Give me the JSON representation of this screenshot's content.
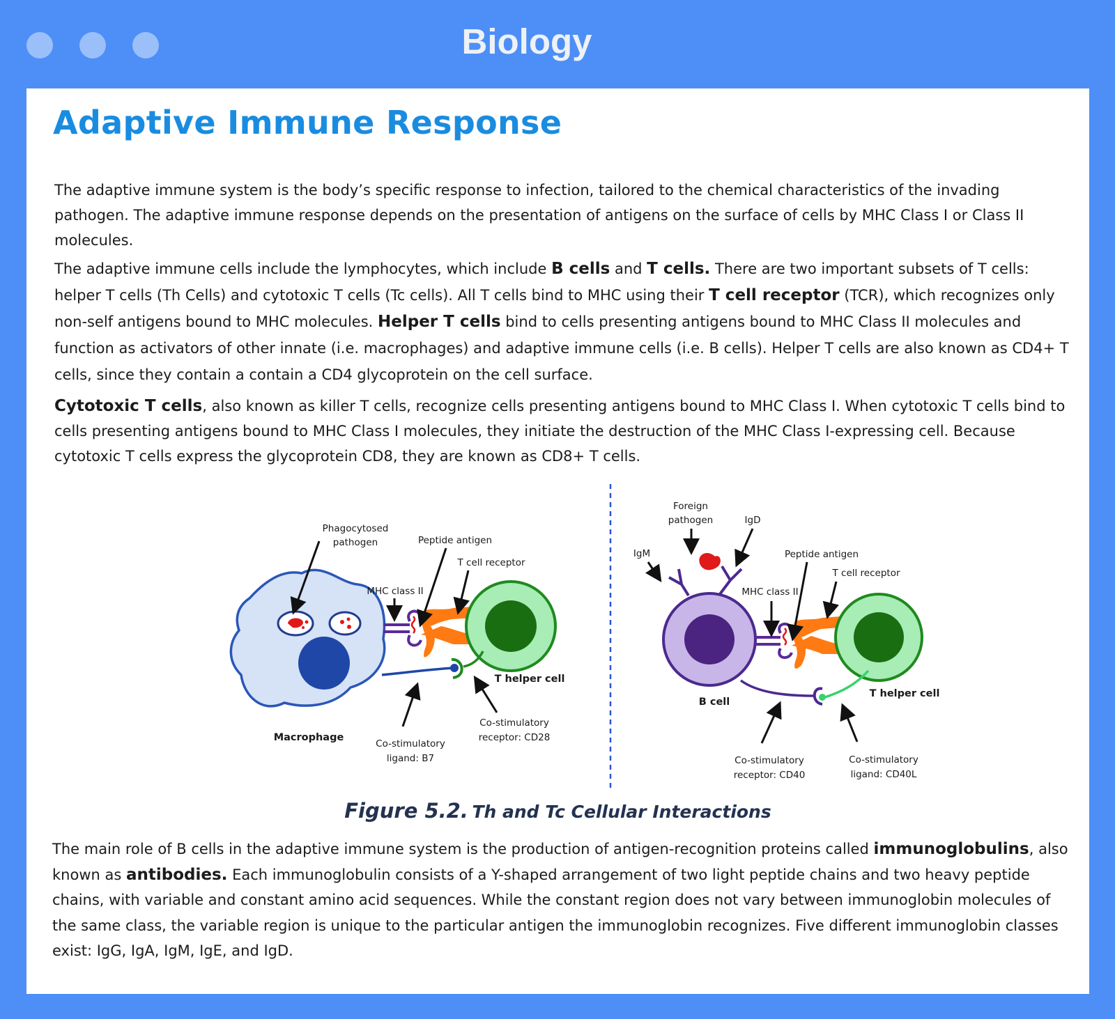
{
  "window": {
    "title": "Biology",
    "controls": [
      "close-dot",
      "minimize-dot",
      "maximize-dot"
    ]
  },
  "article": {
    "title": "Adaptive Immune Response",
    "p1": "The adaptive immune system is the body’s specific response to infection, tailored to the chemical characteristics of the invading pathogen. The adaptive immune response depends on the presentation of antigens on the surface of cells by MHC Class I or Class II molecules.",
    "p2": {
      "t1": "The adaptive immune cells include the lymphocytes, which include ",
      "b1": "B cells",
      "t2": " and ",
      "b2": "T cells.",
      "t3": " There are two important subsets of T cells: helper T cells (Th Cells) and cytotoxic T cells (Tc cells). All T cells bind to MHC using their ",
      "b3": "T cell receptor",
      "t4": " (TCR), which recognizes only non-self antigens bound to MHC molecules. ",
      "b4": "Helper T cells",
      "t5": " bind to cells presenting antigens bound to MHC Class II molecules and function as activators of other innate (i.e. macrophages) and adaptive immune cells (i.e. B cells). Helper T cells are also known as CD4+ T cells, since they contain a contain a CD4 glycoprotein on the cell surface."
    },
    "p3": {
      "b1": "Cytotoxic T cells",
      "t1": ", also known as killer T cells, recognize cells presenting antigens bound to MHC Class I. When cytotoxic T cells bind to cells presenting antigens bound to MHC Class I molecules, they initiate the destruction of the MHC Class I-expressing cell. Because cytotoxic T cells express the glycoprotein CD8, they are known as CD8+ T cells."
    },
    "figure": {
      "left": {
        "phagocytosed_1": "Phagocytosed",
        "phagocytosed_2": "pathogen",
        "peptide_antigen": "Peptide antigen",
        "t_cell_receptor": "T cell receptor",
        "mhc_class_ii": "MHC class II",
        "t_helper_cell": "T helper cell",
        "macrophage": "Macrophage",
        "costim_receptor_1": "Co-stimulatory",
        "costim_receptor_2": "receptor: CD28",
        "costim_ligand_1": "Co-stimulatory",
        "costim_ligand_2": "ligand: B7"
      },
      "right": {
        "foreign_1": "Foreign",
        "foreign_2": "pathogen",
        "igd": "IgD",
        "igm": "IgM",
        "peptide_antigen": "Peptide antigen",
        "t_cell_receptor": "T cell receptor",
        "mhc_class_ii": "MHC class II",
        "b_cell": "B cell",
        "t_helper_cell": "T helper cell",
        "costim_receptor_1": "Co-stimulatory",
        "costim_receptor_2": "receptor: CD40",
        "costim_ligand_1": "Co-stimulatory",
        "costim_ligand_2": "ligand: CD40L"
      },
      "caption_num": "Figure 5.2.",
      "caption_text": "Th and Tc Cellular Interactions"
    },
    "p4": {
      "t1": "The main role of B cells in the adaptive immune system is the production of antigen-recognition proteins called ",
      "b1": "immunoglobulins",
      "t2": ", also known as ",
      "b2": "antibodies.",
      "t3": " Each immunoglobulin consists of a Y-shaped arrangement of two light peptide chains and two heavy peptide chains, with variable and constant amino acid sequences. While the constant region does not vary between immunoglobin molecules of the same class, the variable region is unique to the particular antigen the immunoglobin recognizes. Five different immunoglobin classes exist: IgG, IgA, IgM, IgE, and IgD."
    }
  },
  "colors": {
    "frame": "#4d8ff7",
    "title_blue": "#1a8ce0",
    "caption": "#243250"
  }
}
